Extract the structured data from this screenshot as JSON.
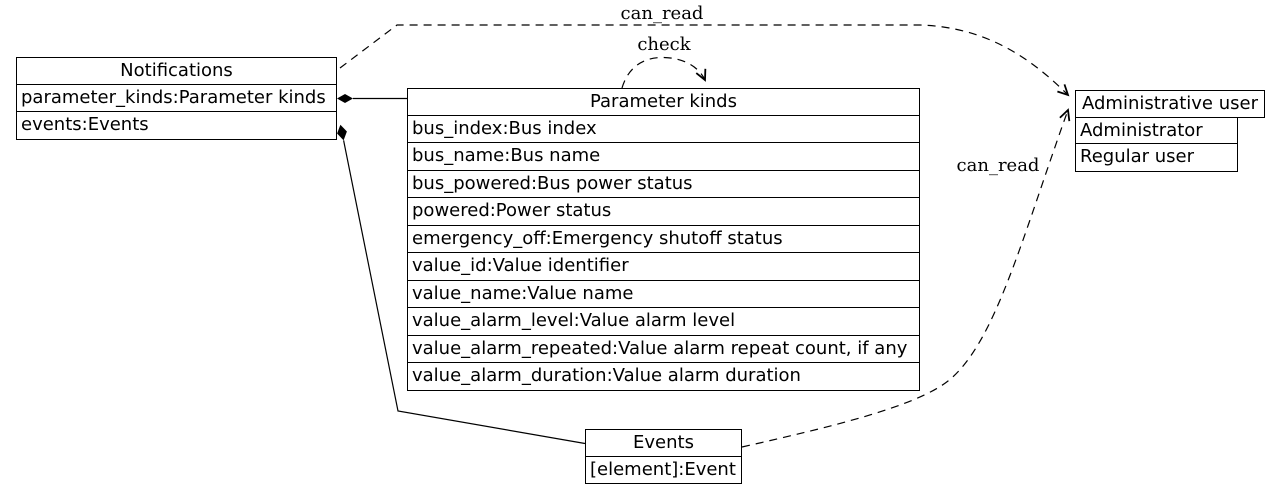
{
  "diagram": {
    "background_color": "#ffffff",
    "line_color": "#000000",
    "nodes": {
      "notifications": {
        "title": "Notifications",
        "rows": [
          "parameter_kinds:Parameter kinds",
          "events:Events"
        ]
      },
      "parameter_kinds": {
        "title": "Parameter kinds",
        "rows": [
          "bus_index:Bus index",
          "bus_name:Bus name",
          "bus_powered:Bus power status",
          "powered:Power status",
          "emergency_off:Emergency shutoff status",
          "value_id:Value identifier",
          "value_name:Value name",
          "value_alarm_level:Value alarm level",
          "value_alarm_repeated:Value alarm repeat count, if any",
          "value_alarm_duration:Value alarm duration"
        ]
      },
      "events": {
        "title": "Events",
        "rows": [
          "[element]:Event"
        ]
      },
      "administrative_user": {
        "title": "Administrative user",
        "rows": [
          "Administrator",
          "Regular user"
        ]
      }
    },
    "edge_labels": {
      "can_read_top": "can_read",
      "check": "check",
      "can_read_bottom": "can_read"
    }
  }
}
